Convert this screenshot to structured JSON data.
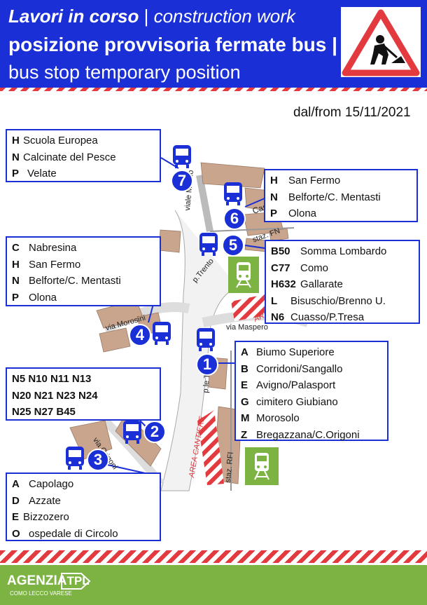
{
  "header": {
    "line1_bold": "Lavori in corso",
    "line1_sep": " | ",
    "line1_en": "construction work",
    "line2": "posizione provvisoria fermate bus |",
    "line3": "bus stop temporary position"
  },
  "date": "dal/from 15/11/2021",
  "stops": [
    {
      "num": "1",
      "lines": [
        {
          "k": "A",
          "v": "Biumo Superiore"
        },
        {
          "k": "B",
          "v": "Corridoni/Sangallo"
        },
        {
          "k": "E",
          "v": "Avigno/Palasport"
        },
        {
          "k": "G",
          "v": "cimitero Giubiano"
        },
        {
          "k": "M",
          "v": "Morosolo"
        },
        {
          "k": "Z",
          "v": "Bregazzana/C.Origoni"
        }
      ]
    },
    {
      "num": "2",
      "rows": [
        "N5  N10 N11 N13",
        "N20 N21 N23 N24",
        "N25 N27 B45"
      ]
    },
    {
      "num": "3",
      "lines": [
        {
          "k": "A",
          "v": "Capolago"
        },
        {
          "k": "D",
          "v": "Azzate"
        },
        {
          "k": "E",
          "v": "Bizzozero"
        },
        {
          "k": "O",
          "v": "ospedale di Circolo"
        }
      ]
    },
    {
      "num": "4",
      "lines": [
        {
          "k": "C",
          "v": "Nabresina"
        },
        {
          "k": "H",
          "v": "San Fermo"
        },
        {
          "k": "N",
          "v": "Belforte/C. Mentasti"
        },
        {
          "k": "P",
          "v": "Olona"
        }
      ]
    },
    {
      "num": "5",
      "lines": [
        {
          "k": "B50",
          "v": "Somma Lombardo"
        },
        {
          "k": "C77",
          "v": "Como"
        },
        {
          "k": "H632",
          "v": "Gallarate"
        },
        {
          "k": "L",
          "v": "Bisuschio/Brenno U."
        },
        {
          "k": "N6",
          "v": "Cuasso/P.Tresa"
        }
      ]
    },
    {
      "num": "6",
      "lines": [
        {
          "k": "H",
          "v": "San Fermo"
        },
        {
          "k": "N",
          "v": "Belforte/C. Mentasti"
        },
        {
          "k": "P",
          "v": "Olona"
        }
      ]
    },
    {
      "num": "7",
      "lines": [
        {
          "k": "H",
          "v": "Scuola Europea"
        },
        {
          "k": "N",
          "v": "Calcinate del Pesce"
        },
        {
          "k": "P",
          "v": "Velate"
        }
      ]
    }
  ],
  "map_labels": {
    "viale_milano": "viale Milano",
    "casula": "Casula",
    "staz_fn": "staz. FN",
    "p_trento": "p.Trento",
    "via_morosini": "via Morosini",
    "via_maspero": "via Maspero",
    "area_top": "AREA",
    "p_le_trieste": "p.le Trieste",
    "area_cantiere": "AREA CANTIERE",
    "staz_rfi": "staz. RFI",
    "via_origoni": "via Origoni"
  },
  "logo": {
    "text1": "AGENZIA",
    "text2": "TPL",
    "subtitle": "COMO LECCO VARESE"
  },
  "colors": {
    "brand_blue": "#1a2fd6",
    "warning_red": "#e23a3f",
    "footer_green": "#7cb342",
    "building": "#c8a58c",
    "road": "#f4f4f4"
  },
  "icons": [
    "bus-icon",
    "train-icon",
    "roadwork-sign-icon"
  ]
}
